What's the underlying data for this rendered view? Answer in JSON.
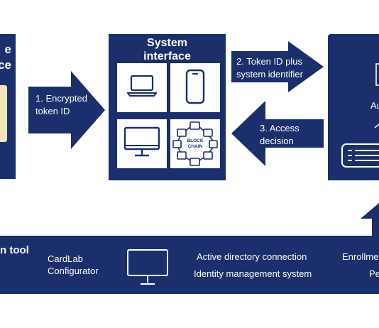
{
  "colors": {
    "navy": "#1a2f6b",
    "white": "#ffffff",
    "card": "#f2e6b8"
  },
  "left_panel": {
    "title_line1": "e",
    "title_line2": "ce"
  },
  "system_interface": {
    "title_line1": "System",
    "title_line2": "interface",
    "icons": [
      "laptop-icon",
      "smartphone-icon",
      "desktop-monitor-icon",
      "blockchain-icon"
    ],
    "blockchain_label_line1": "BLOCK",
    "blockchain_label_line2": "CHAIN"
  },
  "arrows": {
    "step1": {
      "line1": "1. Encrypted",
      "line2": "token ID"
    },
    "step2": {
      "line1": "2. Token ID plus",
      "line2": "system identifier"
    },
    "step3": {
      "line1": "3. Access",
      "line2": "decision"
    }
  },
  "right_panel": {
    "label": "Au"
  },
  "bottom_bar": {
    "tool_label": "n tool",
    "configurator_line1": "CardLab",
    "configurator_line2": "Configurator",
    "line_a": "Active directory connection",
    "line_b": "Identity management system",
    "right_line1": "Enrollme",
    "right_line2": "Pe"
  }
}
